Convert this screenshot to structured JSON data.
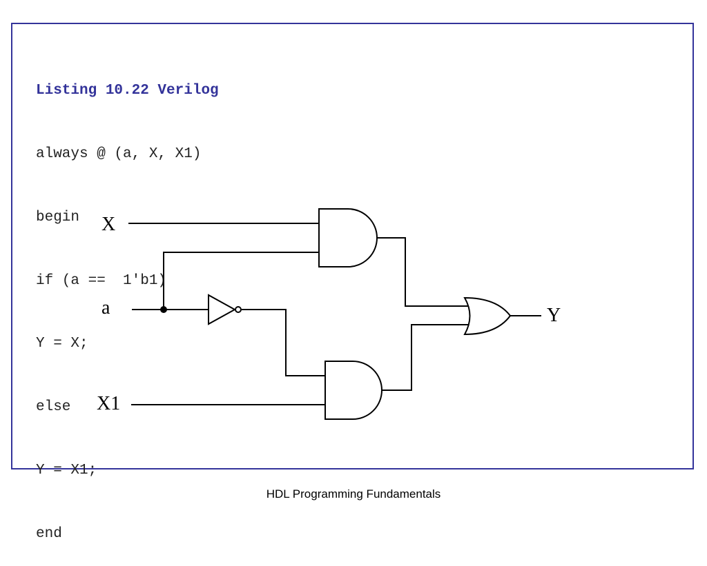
{
  "listing": {
    "title": "Listing 10.22 Verilog",
    "code_lines": [
      "always @ (a, X, X1)",
      "begin",
      "if (a ==  1'b1)",
      "Y = X;",
      "else",
      "Y = X1;",
      "end"
    ]
  },
  "circuit": {
    "inputs": {
      "x": "X",
      "a": "a",
      "x1": "X1"
    },
    "output": "Y",
    "gates": [
      "and-gate-top",
      "not-gate",
      "and-gate-bottom",
      "or-gate"
    ]
  },
  "footer": {
    "text": "HDL Programming Fundamentals"
  },
  "colors": {
    "frame": "#33339a",
    "title": "#33339a",
    "code": "#222222"
  }
}
